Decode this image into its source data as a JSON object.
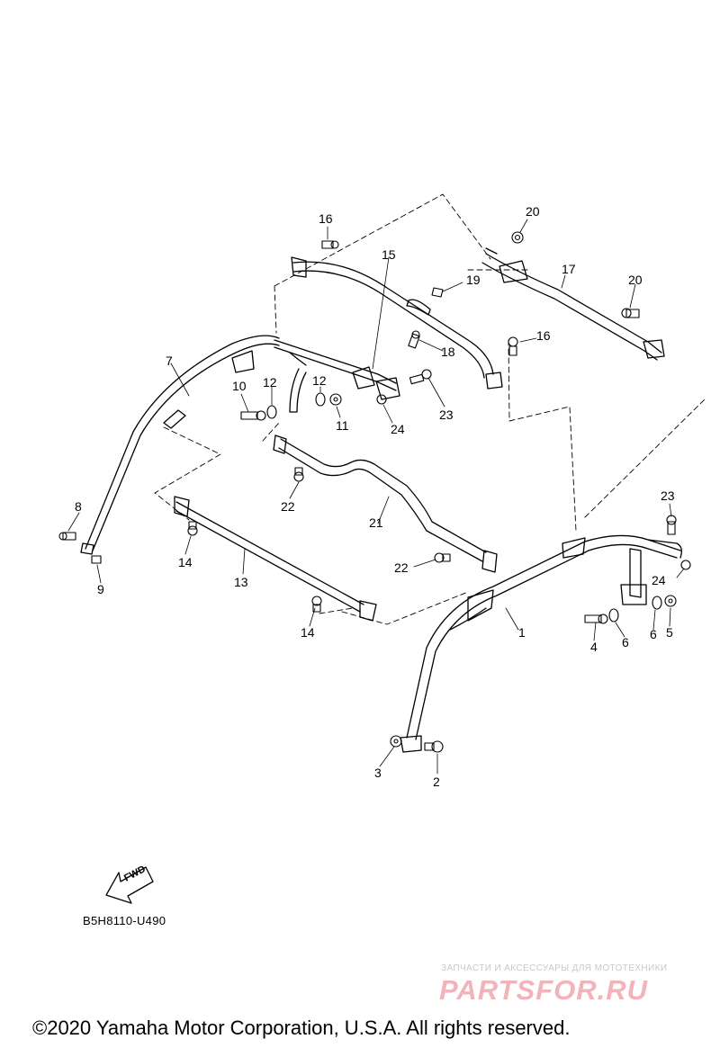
{
  "diagram": {
    "callouts": [
      {
        "id": "1",
        "label": "1"
      },
      {
        "id": "2",
        "label": "2"
      },
      {
        "id": "3",
        "label": "3"
      },
      {
        "id": "4",
        "label": "4"
      },
      {
        "id": "5",
        "label": "5"
      },
      {
        "id": "6a",
        "label": "6"
      },
      {
        "id": "6b",
        "label": "6"
      },
      {
        "id": "7",
        "label": "7"
      },
      {
        "id": "8",
        "label": "8"
      },
      {
        "id": "9",
        "label": "9"
      },
      {
        "id": "10",
        "label": "10"
      },
      {
        "id": "11",
        "label": "11"
      },
      {
        "id": "12a",
        "label": "12"
      },
      {
        "id": "12b",
        "label": "12"
      },
      {
        "id": "13",
        "label": "13"
      },
      {
        "id": "14a",
        "label": "14"
      },
      {
        "id": "14b",
        "label": "14"
      },
      {
        "id": "15",
        "label": "15"
      },
      {
        "id": "16a",
        "label": "16"
      },
      {
        "id": "16b",
        "label": "16"
      },
      {
        "id": "17",
        "label": "17"
      },
      {
        "id": "18",
        "label": "18"
      },
      {
        "id": "19",
        "label": "19"
      },
      {
        "id": "20a",
        "label": "20"
      },
      {
        "id": "20b",
        "label": "20"
      },
      {
        "id": "21",
        "label": "21"
      },
      {
        "id": "22a",
        "label": "22"
      },
      {
        "id": "22b",
        "label": "22"
      },
      {
        "id": "23a",
        "label": "23"
      },
      {
        "id": "23b",
        "label": "23"
      },
      {
        "id": "24a",
        "label": "24"
      },
      {
        "id": "24b",
        "label": "24"
      }
    ],
    "fwd_label": "FWD",
    "diagram_code": "B5H8110-U490"
  },
  "watermark": {
    "tagline": "ЗАПЧАСТИ И АКСЕССУАРЫ ДЛЯ МОТОТЕХНИКИ",
    "brand": "PARTSFOR.RU",
    "color": "#f2b4bb"
  },
  "footer": {
    "copyright": "©2020 Yamaha Motor Corporation, U.S.A. All rights reserved."
  },
  "colors": {
    "line": "#000000",
    "background": "#ffffff"
  }
}
